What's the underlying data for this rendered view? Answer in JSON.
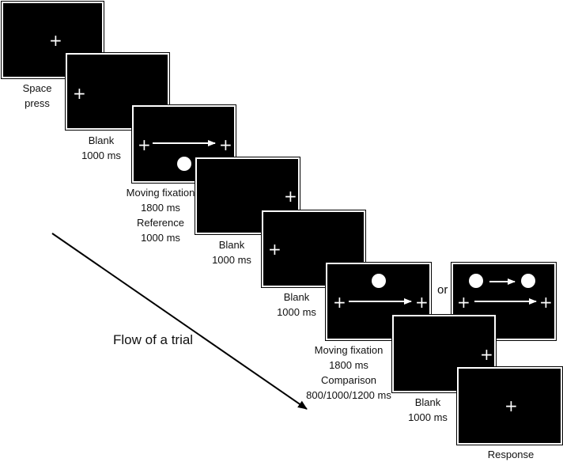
{
  "colors": {
    "screen": "#000000",
    "stimulus": "#ffffff",
    "text": "#111111"
  },
  "symbols": {
    "fixation": "+"
  },
  "screens": [
    {
      "id": "space-press",
      "caption_lines": [
        "Space",
        "press"
      ]
    },
    {
      "id": "blank-1",
      "caption_lines": [
        "Blank",
        "1000 ms"
      ]
    },
    {
      "id": "reference",
      "caption_lines": [
        "Moving fixation",
        "1800 ms",
        "Reference",
        "1000 ms"
      ]
    },
    {
      "id": "blank-2",
      "caption_lines": [
        "Blank",
        "1000 ms"
      ]
    },
    {
      "id": "blank-3",
      "caption_lines": [
        "Blank",
        "1000 ms"
      ]
    },
    {
      "id": "comparison",
      "caption_lines": [
        "Moving fixation",
        "1800 ms",
        "Comparison",
        "800/1000/1200 ms"
      ]
    },
    {
      "id": "comparison-alt",
      "caption_lines": []
    },
    {
      "id": "blank-4",
      "caption_lines": [
        "Blank",
        "1000 ms"
      ]
    },
    {
      "id": "response",
      "caption_lines": [
        "Response"
      ]
    }
  ],
  "alternative_label": "or",
  "flow_label": "Flow of a trial"
}
